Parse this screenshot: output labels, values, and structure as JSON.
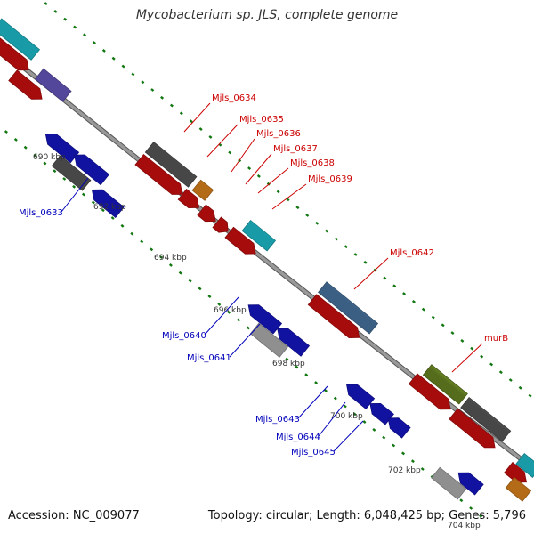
{
  "title": "Mycobacterium sp. JLS, complete genome",
  "footer": {
    "accession": "Accession: NC_009077",
    "summary": "Topology: circular; Length: 6,048,425 bp; Genes: 5,796"
  },
  "colors": {
    "red": "#ee1111",
    "blue": "#1a1ae6",
    "gray": "#666666",
    "light_gray": "#cccccc",
    "cyan": "#22ddee",
    "orange": "#ff9922",
    "olive": "#7a9a2a",
    "steel_blue": "#5588bb",
    "purple": "#7766dd",
    "backbone": "#999999",
    "tick": "#117711",
    "label_red": "#cc0000",
    "label_blue": "#0000bb"
  },
  "scale_labels": [
    "690 kbp",
    "692 kbp",
    "694 kbp",
    "696 kbp",
    "698 kbp",
    "700 kbp",
    "702 kbp",
    "704 kbp"
  ],
  "gene_labels_forward": [
    "Mjls_0634",
    "Mjls_0635",
    "Mjls_0636",
    "Mjls_0637",
    "Mjls_0638",
    "Mjls_0639",
    "Mjls_0642",
    "murB"
  ],
  "gene_labels_reverse": [
    "Mjls_0633",
    "Mjls_0640",
    "Mjls_0641",
    "Mjls_0643",
    "Mjls_0644",
    "Mjls_0645"
  ]
}
